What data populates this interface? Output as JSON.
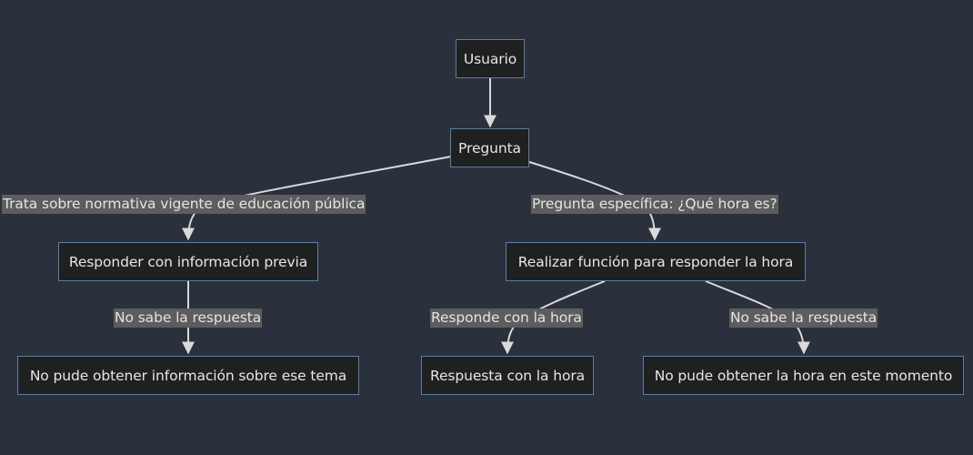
{
  "colors": {
    "background": "#2a303c",
    "node_fill": "#1f2020",
    "node_border": "#5a7fa0",
    "edge": "#d9d9d9",
    "edge_label_bg": "#5d5d5d",
    "text": "#e6e6e6"
  },
  "nodes": {
    "usuario": "Usuario",
    "pregunta": "Pregunta",
    "responder_previa": "Responder con información previa",
    "realizar_funcion": "Realizar función para responder la hora",
    "no_info_tema": "No pude obtener información sobre ese tema",
    "respuesta_hora": "Respuesta con la hora",
    "no_hora": "No pude obtener la hora en este momento"
  },
  "edge_labels": {
    "normativa": "Trata sobre normativa vigente de educación pública",
    "hora_especifica": "Pregunta específica: ¿Qué hora es?",
    "no_sabe_left": "No sabe la respuesta",
    "responde_hora": "Responde con la hora",
    "no_sabe_right": "No sabe la respuesta"
  }
}
